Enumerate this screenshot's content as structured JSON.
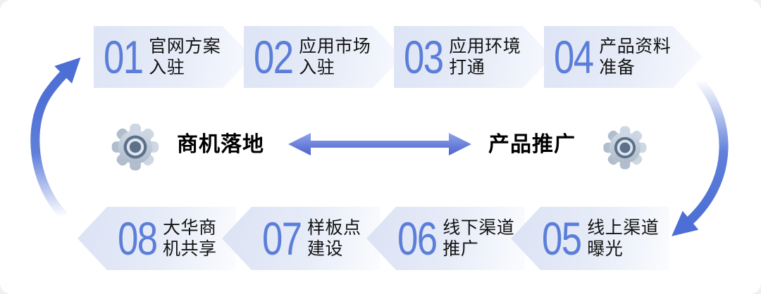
{
  "diagram": {
    "title_hint": "eight-step circular process flow",
    "top_steps": [
      {
        "num": "01",
        "label": "官网方案\n入驻"
      },
      {
        "num": "02",
        "label": "应用市场\n入驻"
      },
      {
        "num": "03",
        "label": "应用环境\n打通"
      },
      {
        "num": "04",
        "label": "产品资料\n准备"
      }
    ],
    "bottom_steps": [
      {
        "num": "08",
        "label": "大华商\n机共享"
      },
      {
        "num": "07",
        "label": "样板点\n建设"
      },
      {
        "num": "06",
        "label": "线下渠道\n推广"
      },
      {
        "num": "05",
        "label": "线上渠道\n曝光"
      }
    ],
    "center": {
      "left_label": "商机落地",
      "right_label": "产品推广"
    },
    "icons": {
      "center_left": "gear-icon",
      "center_right": "gear-icon",
      "between_labels": "double-headed-arrow-icon",
      "left_side": "curved-arrow-up-icon",
      "right_side": "curved-arrow-down-icon"
    },
    "colors": {
      "step_number": "#5b7ed9",
      "chevron_gradient_start": "#dde4f5",
      "chevron_gradient_end": "#f8fafe",
      "arrow_blue": "#4f71d6",
      "arrow_blue_light": "#8ba0e8",
      "gear_body": "#c6d1e0",
      "gear_core": "#5d7089",
      "label_text": "#121212"
    }
  }
}
